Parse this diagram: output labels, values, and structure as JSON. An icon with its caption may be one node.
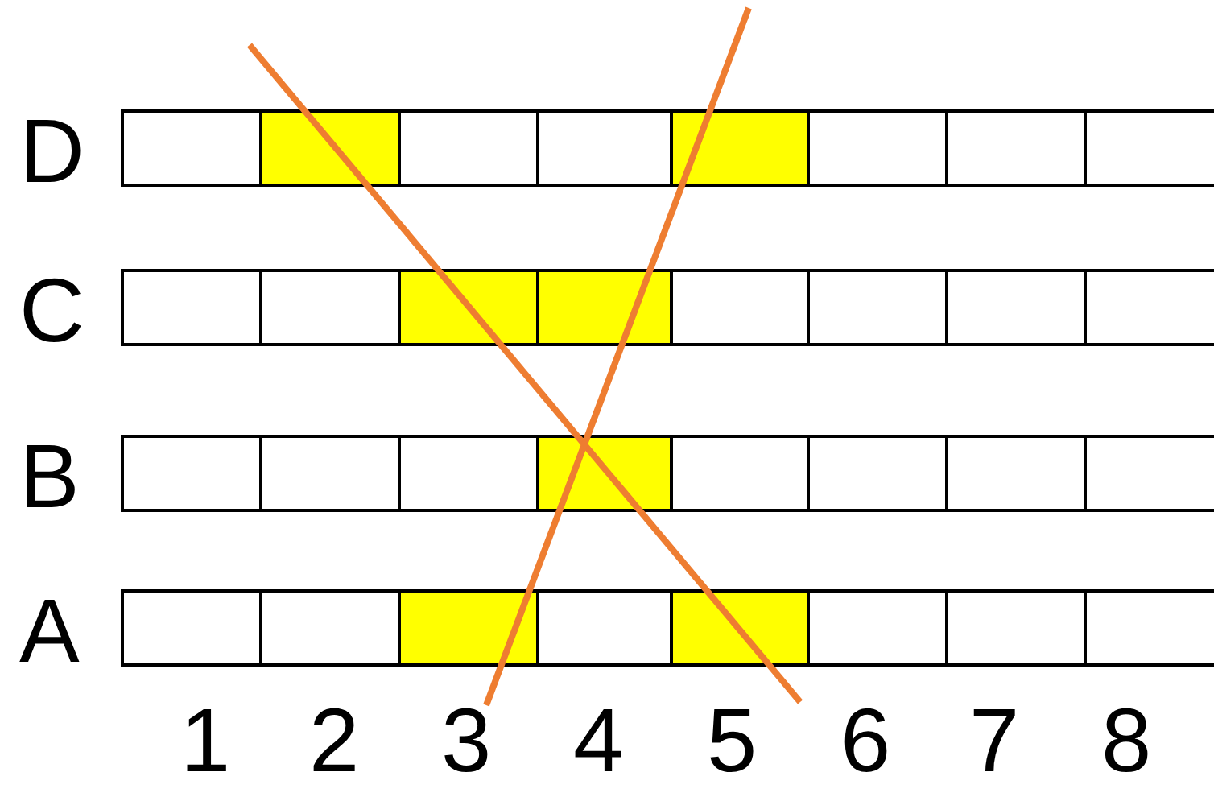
{
  "diagram": {
    "labels": [
      "D",
      "C",
      "B",
      "A",
      "1",
      "2",
      "3",
      "4",
      "5",
      "6",
      "7",
      "8"
    ]
  }
}
